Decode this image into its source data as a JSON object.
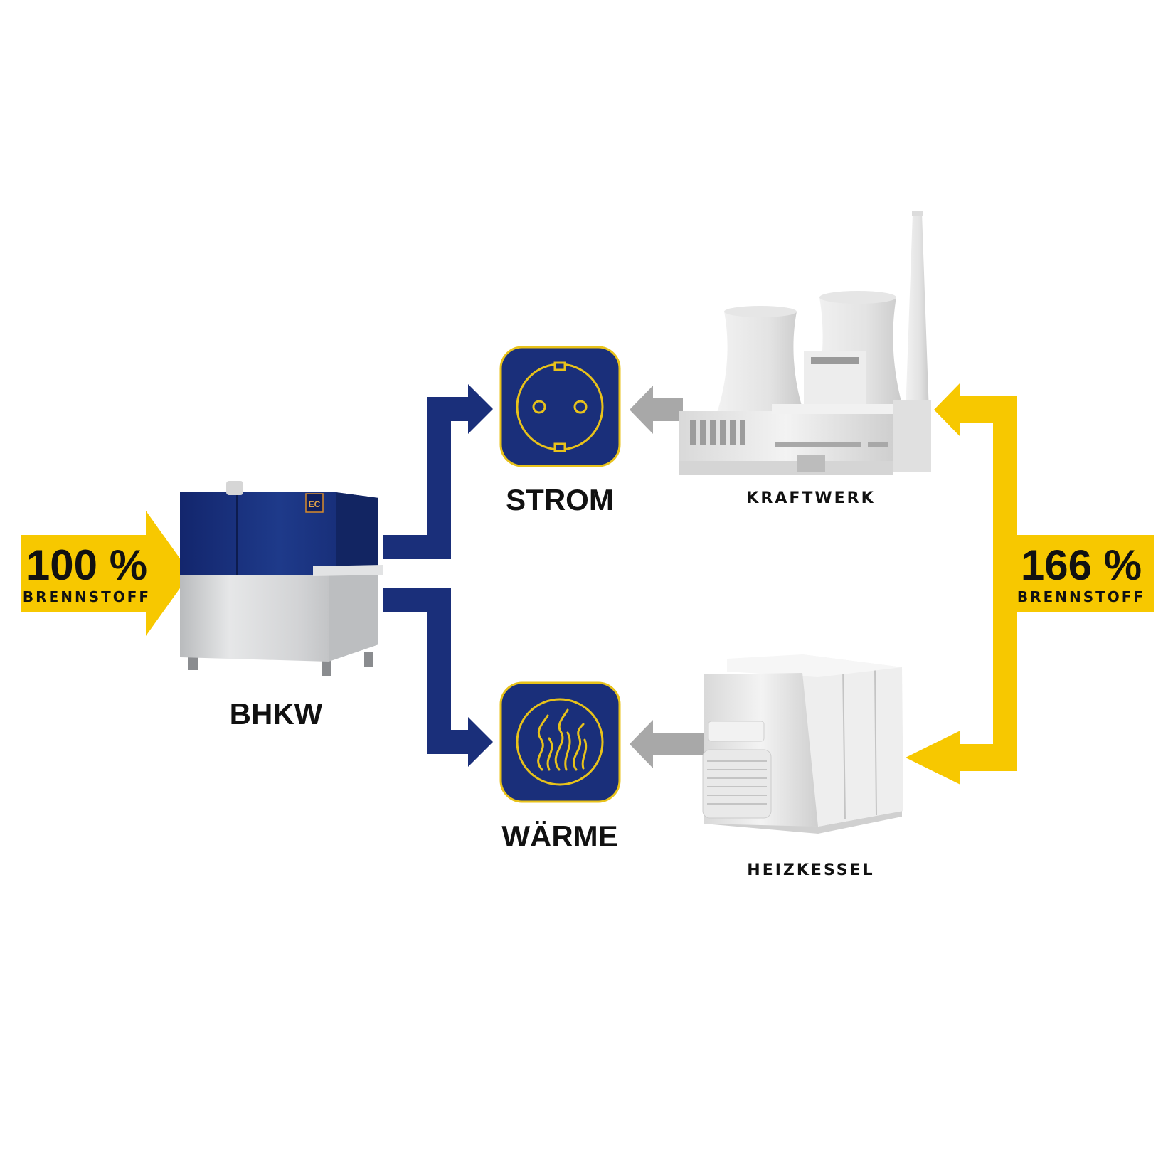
{
  "input_left": {
    "percent": "100 %",
    "label": "BRENNSTOFF"
  },
  "input_right": {
    "percent": "166 %",
    "label": "BRENNSTOFF"
  },
  "nodes": {
    "bhkw": "BHKW",
    "strom": "STROM",
    "waerme": "WÄRME",
    "kraftwerk": "KRAFTWERK",
    "heizkessel": "HEIZKESSEL"
  },
  "bhkw_badge": "EC",
  "colors": {
    "navy": "#1a2f7a",
    "yellow": "#f7c800",
    "gray_arrow": "#a8a8a8",
    "icon_border": "#e8c21a"
  },
  "icons": {
    "strom": "power-socket-icon",
    "waerme": "heat-flame-icon"
  }
}
